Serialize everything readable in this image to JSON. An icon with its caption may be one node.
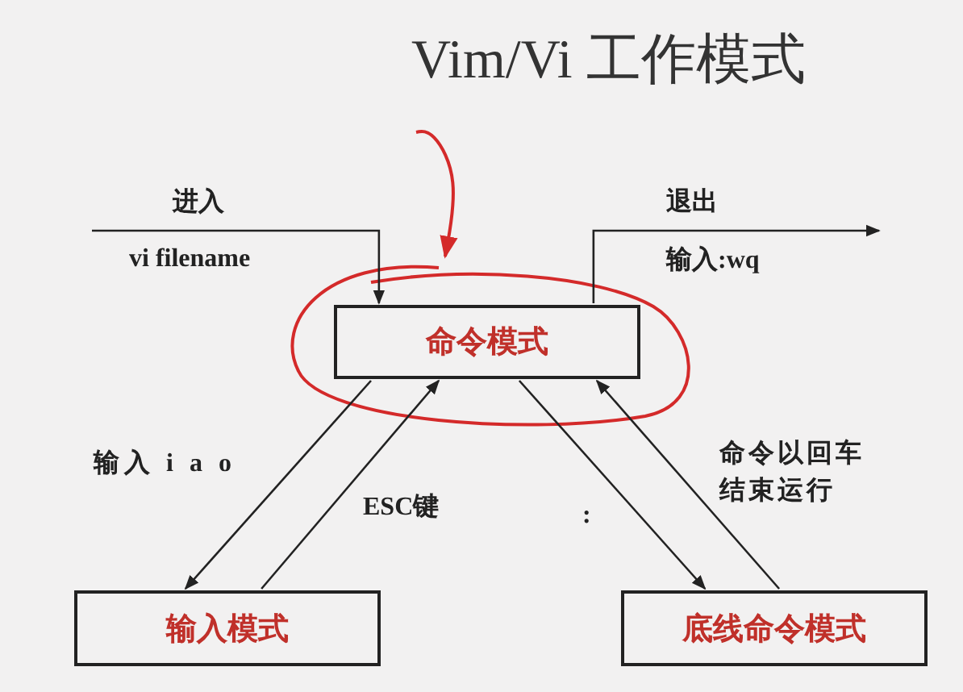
{
  "diagram": {
    "title": "Vim/Vi 工作模式",
    "nodes": [
      {
        "text": [
          "命令模式"
        ]
      },
      {
        "text": [
          "输入模式"
        ]
      },
      {
        "text": [
          "底线命令模式"
        ]
      }
    ],
    "edges": [
      {
        "from": null,
        "to": 0,
        "arrow": "to",
        "label": "进入"
      },
      {
        "from": 0,
        "to": null,
        "arrow": "to",
        "label": "退出"
      },
      {
        "from": 0,
        "to": 1,
        "arrow": "to",
        "label": "输入 i a o"
      },
      {
        "from": 1,
        "to": 0,
        "arrow": "to",
        "label": "ESC键"
      },
      {
        "from": 0,
        "to": 2,
        "arrow": "to",
        "label": ":"
      },
      {
        "from": 2,
        "to": 0,
        "arrow": "to",
        "label": "命令以回车结束运行"
      },
      {
        "from": null,
        "to": 0,
        "arrow": "to",
        "color": "#d42a2a"
      }
    ],
    "labels": [
      "vi filename",
      "输入:wq"
    ]
  }
}
